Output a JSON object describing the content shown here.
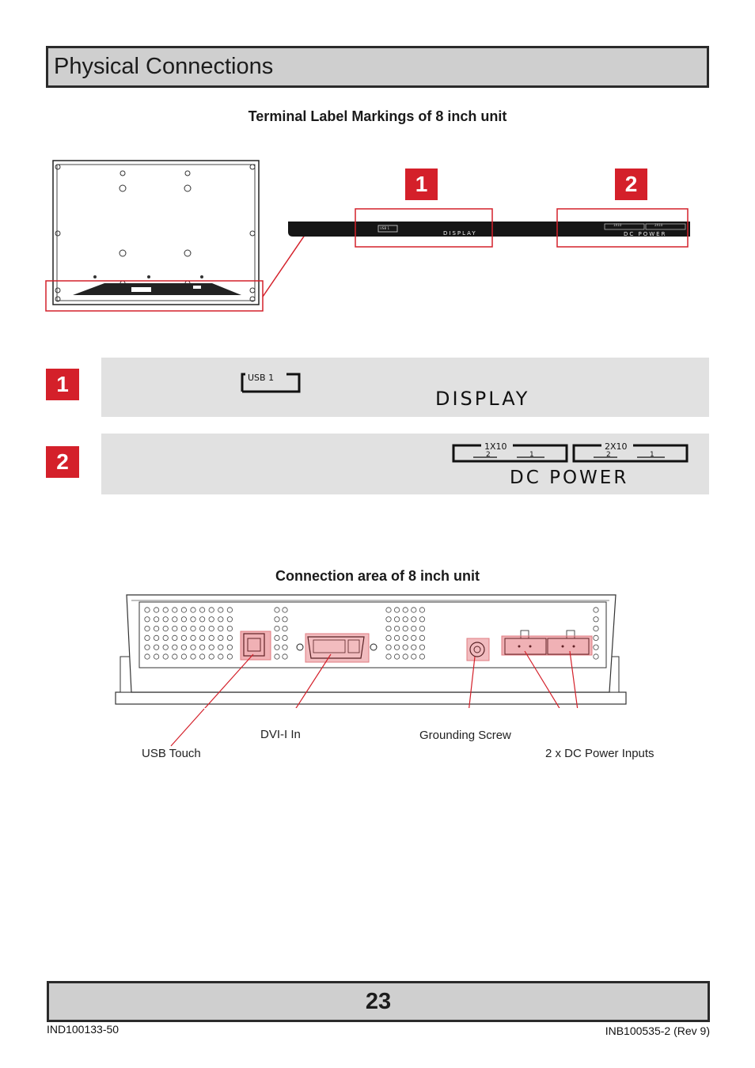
{
  "page": {
    "section_title": "Physical Connections",
    "heading_labels": "Terminal Label Markings of 8 inch unit",
    "heading_connections": "Connection area of 8 inch unit",
    "page_number": "23",
    "footer_left": "IND100133-50",
    "footer_right": "INB100535-2 (Rev 9)"
  },
  "markers": {
    "one": "1",
    "two": "2"
  },
  "strip": {
    "usb": "USB 1",
    "display": "DISPLAY",
    "dc1": "1X10",
    "dc2": "2X10",
    "dc_power": "DC POWER"
  },
  "label_1": {
    "usb": "USB 1",
    "display": "DISPLAY"
  },
  "label_2": {
    "port_a": "1X10",
    "port_b": "2X10",
    "pin_2": "2",
    "pin_1": "1",
    "dc_power": "DC POWER"
  },
  "callouts": {
    "usb_touch": "USB Touch",
    "dvi": "DVI-I In",
    "grounding": "Grounding Screw",
    "dc_inputs": "2 x DC Power Inputs"
  },
  "colors": {
    "highlight": "#d4202a",
    "panel_grey": "#e1e1e1",
    "title_grey": "#cfcfcf"
  }
}
